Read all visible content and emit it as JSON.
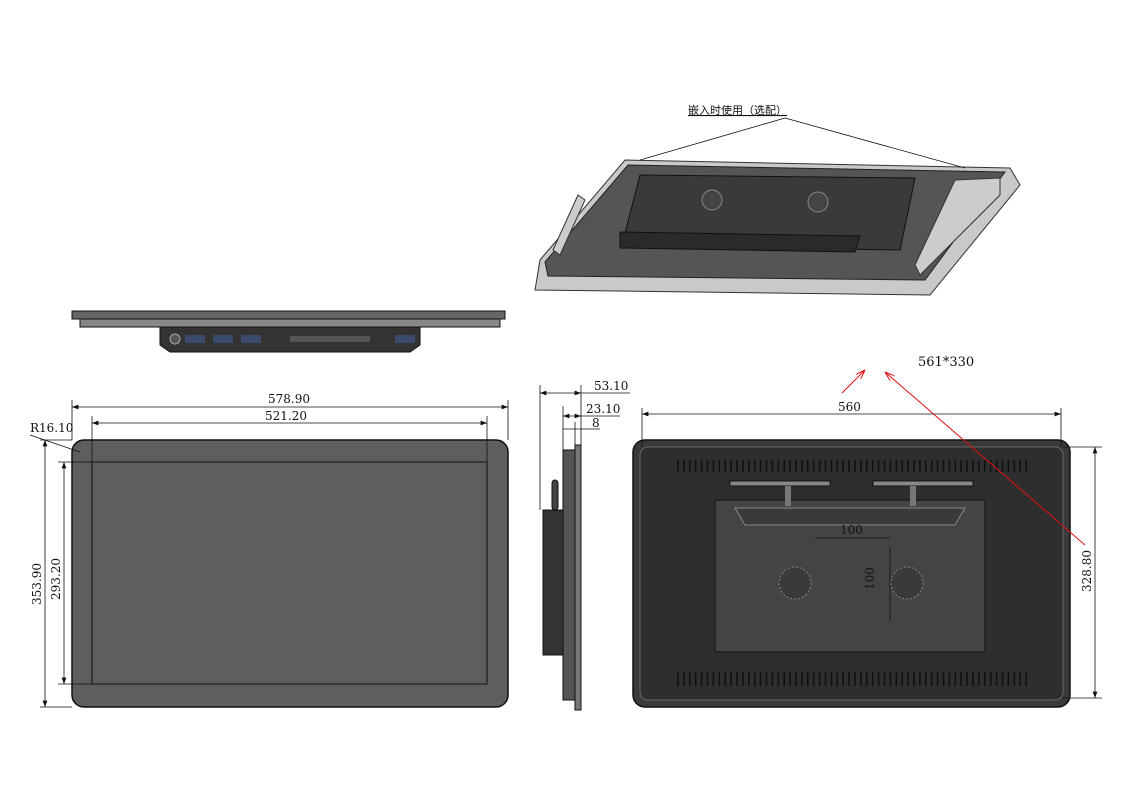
{
  "annotation_note": "嵌入时使用（选配）",
  "cutout_size": "561*330",
  "side_dims": {
    "depth_total": "53.10",
    "depth_body": "23.10",
    "bezel": "8"
  },
  "front_dims": {
    "width_outer": "578.90",
    "width_screen": "521.20",
    "corner_radius": "R16.10",
    "height_outer": "353.90",
    "height_screen": "293.20"
  },
  "back_dims": {
    "width_mount": "560",
    "height_mount": "328.80",
    "vesa_h": "100",
    "vesa_v": "100"
  },
  "colors": {
    "panel": "#5e5e5e",
    "dark": "#2c2c2c",
    "line": "#111111",
    "leader": "#e01010"
  }
}
